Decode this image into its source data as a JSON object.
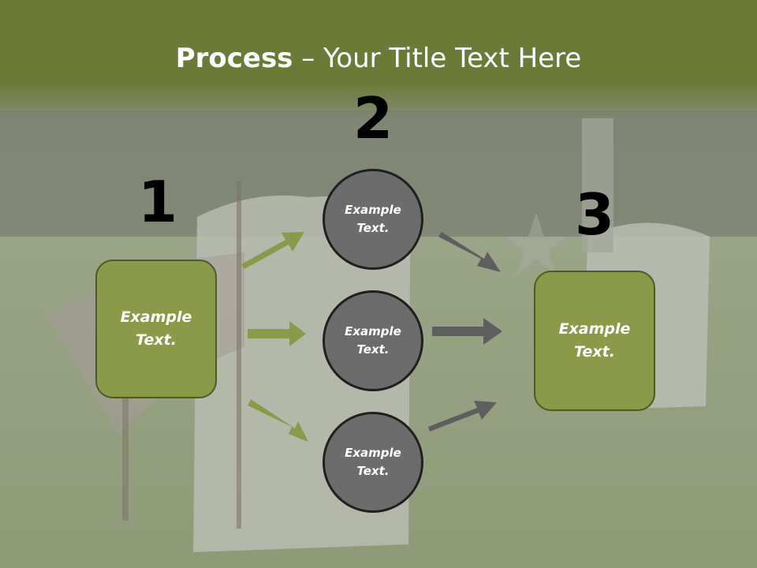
{
  "title": {
    "bold": "Process",
    "rest": " – Your Title Text Here"
  },
  "steps": [
    {
      "number": "1",
      "text": "Example Text."
    },
    {
      "number": "2",
      "items": [
        "Example Text.",
        "Example Text.",
        "Example Text."
      ]
    },
    {
      "number": "3",
      "text": "Example Text."
    }
  ],
  "colors": {
    "header": "#6b7a37",
    "box_fill": "#8a9a48",
    "circle_fill": "#6c6c6c",
    "arrow_green": "#8a9a48",
    "arrow_gray": "#5e5e5e"
  }
}
